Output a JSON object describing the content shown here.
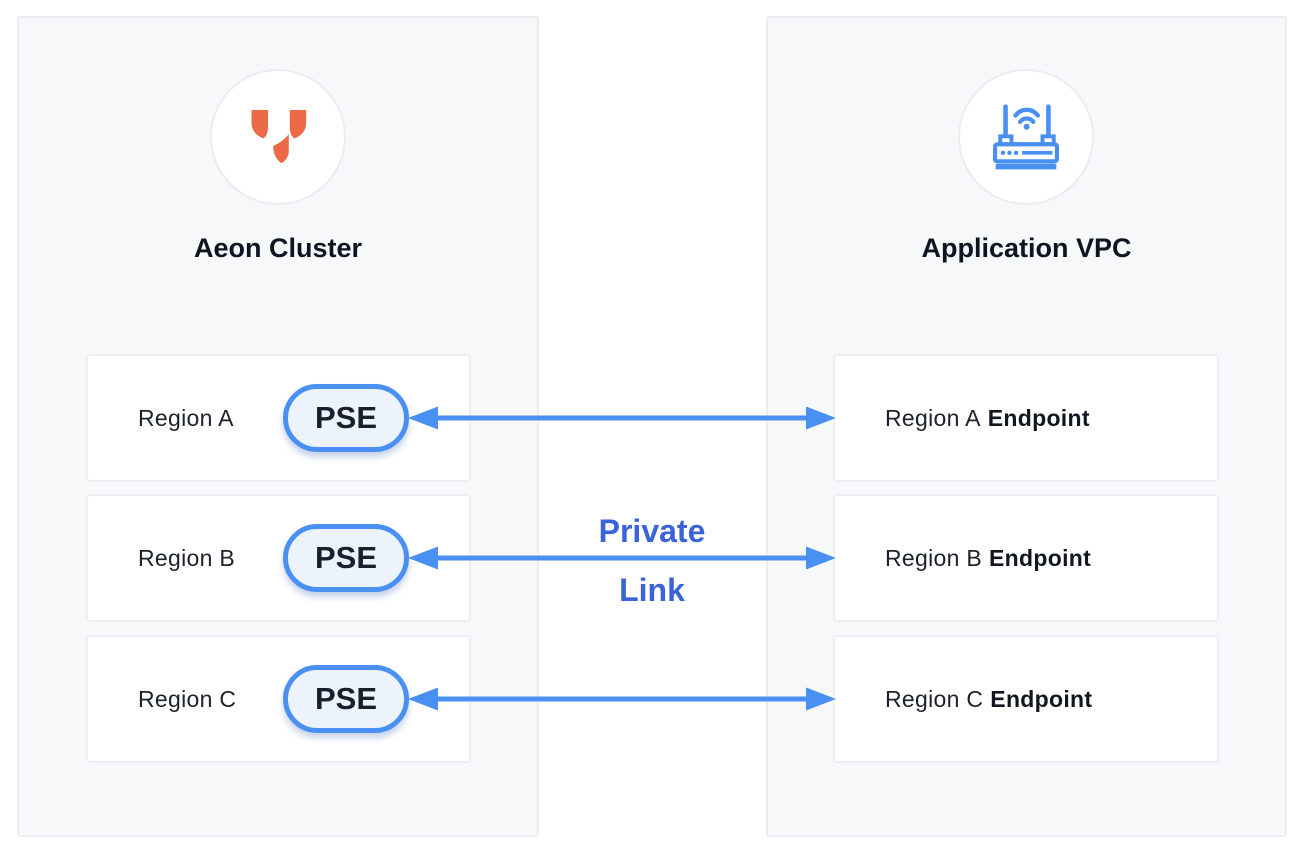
{
  "diagram": {
    "left_panel": {
      "title": "Aeon Cluster",
      "icon": "aeon-logo",
      "rows": [
        {
          "region": "Region A",
          "badge": "PSE"
        },
        {
          "region": "Region B",
          "badge": "PSE"
        },
        {
          "region": "Region C",
          "badge": "PSE"
        }
      ]
    },
    "right_panel": {
      "title": "Application VPC",
      "icon": "router",
      "rows": [
        {
          "region": "Region A",
          "label": "Endpoint"
        },
        {
          "region": "Region B",
          "label": "Endpoint"
        },
        {
          "region": "Region C",
          "label": "Endpoint"
        }
      ]
    },
    "connector": {
      "line1": "Private",
      "line2": "Link",
      "arrow_count": 3
    },
    "colors": {
      "arrow_blue": "#4A90F2",
      "link_label_blue": "#3A63DA",
      "logo_orange": "#ED6A47",
      "pill_fill": "#EDF3FC",
      "panel_bg": "#F7F8FA",
      "panel_border": "#EAECF2",
      "row_border": "#EDEFF5",
      "text_dark": "#11161F"
    }
  }
}
